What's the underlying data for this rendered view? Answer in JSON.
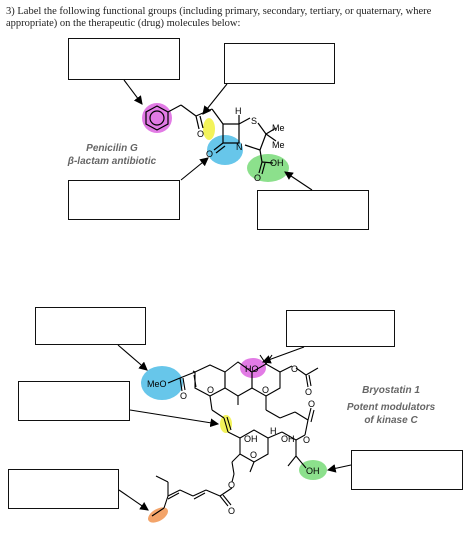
{
  "question": "3) Label the following functional groups (including primary, secondary, tertiary, or quaternary, where appropriate) on the therapeutic (drug) molecules below:",
  "penicillin": {
    "name": "Penicilin G",
    "subtitle": "β-lactam antibiotic",
    "atoms": {
      "h": "H",
      "s": "S",
      "me1": "Me",
      "me2": "Me",
      "n": "N",
      "o_ketone": "O",
      "o_lactam": "O",
      "o_acid": "O",
      "oh": "OH"
    },
    "highlights": {
      "phenyl": "#e27be5",
      "ketone": "#f3f35a",
      "lactam": "#67c6ea",
      "carboxylic_acid": "#8ce08c"
    }
  },
  "bryostatin": {
    "name": "Bryostatin 1",
    "subtitle_line1": "Potent modulators",
    "subtitle_line2": "of kinase C",
    "atoms": {
      "meo": "MeO",
      "o_ester": "O",
      "ho": "HO",
      "o_acetate": "O",
      "o_acetate2": "O",
      "o_ring1": "O",
      "o_ring2": "O",
      "oh1": "OH",
      "h": "H",
      "oh2": "OH",
      "o_lactone": "O",
      "o_lactone2": "O",
      "o_ring3": "O",
      "o_ester2": "O",
      "o_ester3": "O",
      "oh3": "OH"
    },
    "highlights": {
      "methyl_ester": "#67c6ea",
      "alcohol_top": "#e27be5",
      "alkene": "#f3f35a",
      "alcohol_side": "#8ce08c",
      "alkyl_end": "#f3a46a"
    }
  }
}
